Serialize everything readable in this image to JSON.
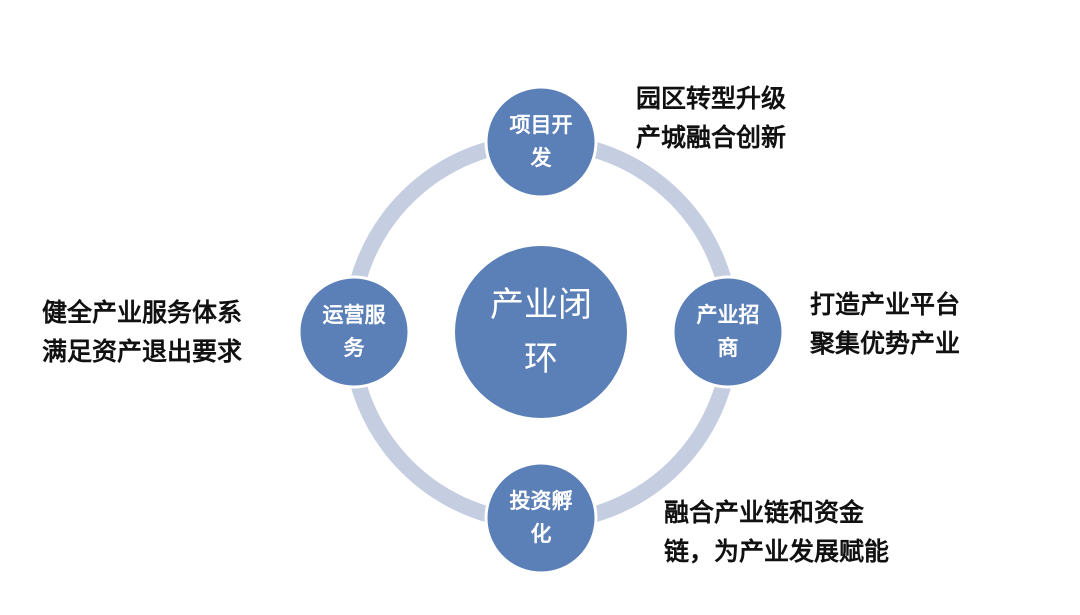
{
  "colors": {
    "ring": "#c5cde0",
    "node_fill": "#5b7fb7",
    "node_border": "#ffffff",
    "text_dark": "#111111"
  },
  "center": {
    "line1": "产业闭",
    "line2": "环"
  },
  "nodes": {
    "top": {
      "line1": "项目开",
      "line2": "发"
    },
    "right": {
      "line1": "产业招",
      "line2": "商"
    },
    "bottom": {
      "line1": "投资孵",
      "line2": "化"
    },
    "left": {
      "line1": "运营服",
      "line2": "务"
    }
  },
  "descriptions": {
    "top": {
      "line1": "园区转型升级",
      "line2": "产城融合创新"
    },
    "right": {
      "line1": "打造产业平台",
      "line2": "聚集优势产业"
    },
    "bottom": {
      "line1": "融合产业链和资金",
      "line2": "链，为产业发展赋能"
    },
    "left": {
      "line1": "健全产业服务体系",
      "line2": "满足资产退出要求"
    }
  }
}
